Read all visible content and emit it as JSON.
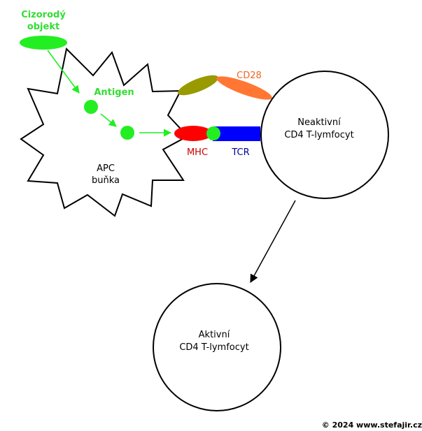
{
  "labels": {
    "foreign_object_line1": "Cizorodý",
    "foreign_object_line2": "objekt",
    "antigen": "Antigen",
    "apc_line1": "APC",
    "apc_line2": "buňka",
    "mhc": "MHC",
    "tcr": "TCR",
    "cd28": "CD28",
    "inactive_line1": "Neaktivní",
    "inactive_line2": "CD4 T-lymfocyt",
    "active_line1": "Aktivní",
    "active_line2": "CD4 T-lymfocyt",
    "copyright": "© 2024 www.stefajir.cz"
  },
  "colors": {
    "antigen_green": "#22ee22",
    "antigen_label": "#33dd33",
    "mhc_red": "#ff0000",
    "mhc_label": "#cc0000",
    "tcr_blue": "#0000ff",
    "tcr_label": "#000099",
    "cd28_orange": "#ff7733",
    "cd28_label": "#ee6622",
    "costim_olive": "#999900",
    "outline": "#000000"
  }
}
